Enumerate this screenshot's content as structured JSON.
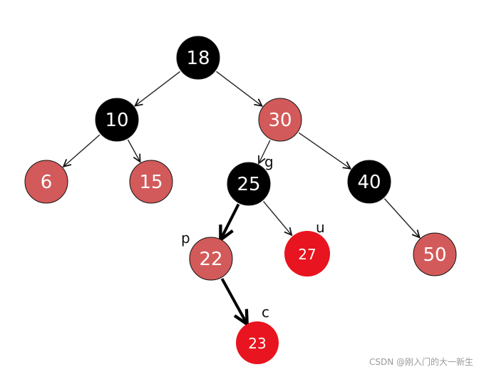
{
  "tree": {
    "nodes": [
      {
        "id": "n18",
        "label": "18",
        "color": "#000000",
        "parent": null
      },
      {
        "id": "n10",
        "label": "10",
        "color": "#000000",
        "parent": "n18"
      },
      {
        "id": "n30",
        "label": "30",
        "color": "#d35a5a",
        "parent": "n18"
      },
      {
        "id": "n6",
        "label": "6",
        "color": "#d35a5a",
        "parent": "n10"
      },
      {
        "id": "n15",
        "label": "15",
        "color": "#d35a5a",
        "parent": "n10"
      },
      {
        "id": "n25",
        "label": "25",
        "color": "#000000",
        "parent": "n30"
      },
      {
        "id": "n40",
        "label": "40",
        "color": "#000000",
        "parent": "n30"
      },
      {
        "id": "n22",
        "label": "22",
        "color": "#d35a5a",
        "parent": "n25"
      },
      {
        "id": "n27",
        "label": "27",
        "color": "#e8141f",
        "parent": "n25"
      },
      {
        "id": "n50",
        "label": "50",
        "color": "#d35a5a",
        "parent": "n40"
      },
      {
        "id": "n23",
        "label": "23",
        "color": "#e8141f",
        "parent": "n22"
      }
    ],
    "tags": [
      {
        "node": "n25",
        "text": "g"
      },
      {
        "node": "n22",
        "text": "p"
      },
      {
        "node": "n27",
        "text": "u"
      },
      {
        "node": "n23",
        "text": "c"
      }
    ]
  },
  "watermark": "CSDN @刚入门的大一新生"
}
